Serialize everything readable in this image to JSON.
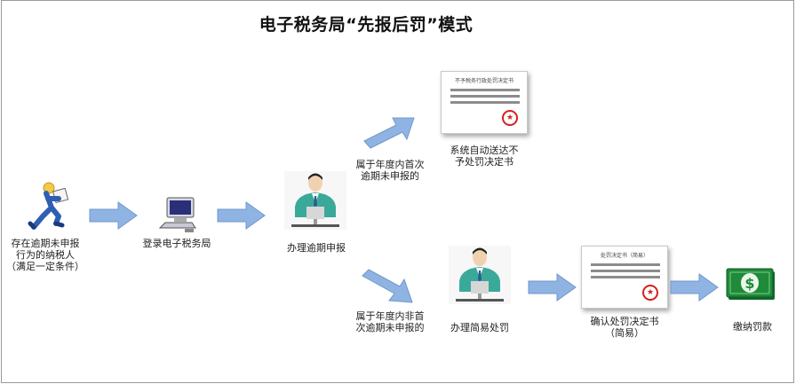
{
  "title": "电子税务局“先报后罚”模式",
  "nodes": {
    "taxpayer": "存在逾期未申报\n行为的纳税人\n（满足一定条件）",
    "login": "登录电子税务局",
    "handle_late": "办理逾期申报",
    "auto_send": "系统自动送达不\n予处罚决定书",
    "simple_penalty": "办理简易处罚",
    "confirm_decision": "确认处罚决定书\n（简易）",
    "pay_fine": "缴纳罚款"
  },
  "branches": {
    "first_time": "属于年度内首次\n逾期未申报的",
    "not_first_time": "属于年度内非首\n次逾期未申报的"
  },
  "documents": {
    "no_penalty_title": "不予税务行政处罚决定书",
    "penalty_title": "处罚决定书（简易）"
  },
  "colors": {
    "arrow": "#8fb4e3",
    "arrow_edge": "#6f97c8",
    "shirt": "#3aa99a",
    "money": "#1f8a3a",
    "seal": "#d52121"
  },
  "icons": [
    "running-person-icon",
    "computer-icon",
    "officer-icon",
    "document-icon",
    "money-icon"
  ]
}
